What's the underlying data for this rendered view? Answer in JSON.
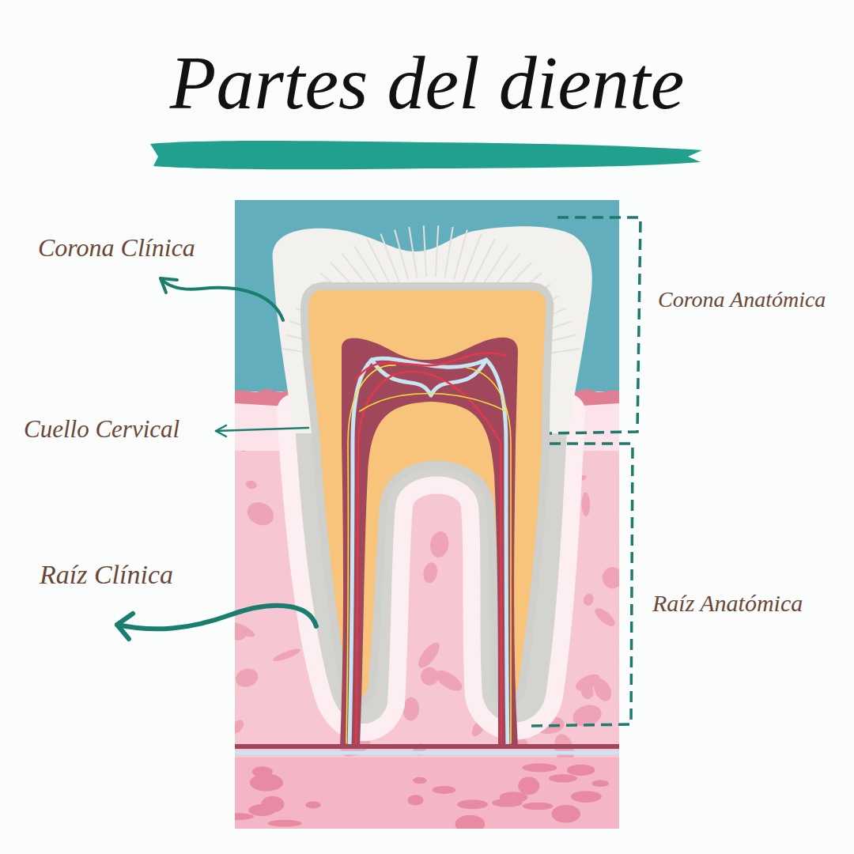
{
  "diagram": {
    "title": "Partes del diente",
    "labels": [
      "Corona Clínica",
      "Corona Anatómica",
      "Cuello Cervical",
      "Raíz Clínica",
      "Raíz Anatómica"
    ]
  }
}
